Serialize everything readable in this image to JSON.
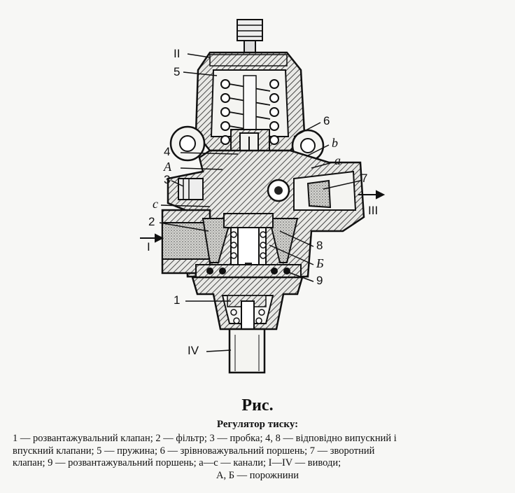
{
  "figure": {
    "labels": {
      "II": "II",
      "n5": "5",
      "n6": "6",
      "b": "b",
      "n4": "4",
      "a": "a",
      "A": "A",
      "n7": "7",
      "n3": "3",
      "III": "III",
      "c": "c",
      "n2": "2",
      "n8": "8",
      "I": "I",
      "B": "Б",
      "n9": "9",
      "n1": "1",
      "IV": "IV"
    },
    "title": "Рис.",
    "subtitle": "Регулятор тиску:",
    "caption_lines": [
      "1 — розвантажувальний клапан; 2 — фільтр; 3 — пробка; 4, 8 — відповідно випускний і",
      "впускний клапани; 5 — пружина; 6 — зрівноважувальний поршень; 7 — зворотний",
      "клапан; 9 — розвантажувальний поршень; a—c — канали; I—IV — виводи;",
      "A, Б — порожнини"
    ]
  }
}
